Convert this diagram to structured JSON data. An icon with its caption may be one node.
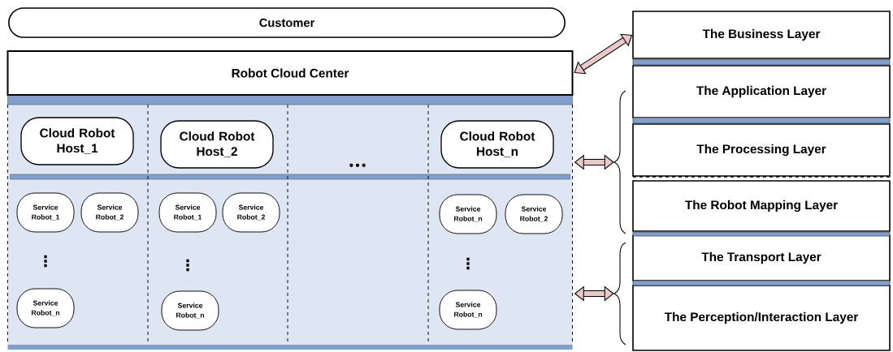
{
  "diagram": {
    "nodes": [
      {
        "text": [
          "Customer"
        ]
      },
      {
        "text": [
          "Robot Cloud Center"
        ]
      },
      {
        "text": [],
        "shape": "box"
      },
      {
        "text": [
          "Cloud Robot Host_1"
        ],
        "in": 2
      },
      {
        "text": [
          "Cloud Robot Host_2"
        ],
        "in": 2
      },
      {
        "text": [
          "Cloud Robot Host_n"
        ],
        "in": 2
      },
      {
        "text": [
          "Service Robot_1"
        ],
        "in": 2
      },
      {
        "text": [
          "Service Robot_2"
        ],
        "in": 2
      },
      {
        "text": [
          "Service Robot_1"
        ],
        "in": 2
      },
      {
        "text": [
          "Service Robot_2"
        ],
        "in": 2
      },
      {
        "text": [
          "Service Robot_n"
        ],
        "in": 2
      },
      {
        "text": [
          "Service Robot_2"
        ],
        "in": 2
      },
      {
        "text": [
          "Service Robot_n"
        ],
        "in": 2
      },
      {
        "text": [
          "Service Robot_n"
        ],
        "in": 2
      },
      {
        "text": [
          "Service Robot_n"
        ],
        "in": 2
      },
      {
        "text": [
          "The Business Layer"
        ]
      },
      {
        "text": [
          "The Application Layer"
        ]
      },
      {
        "text": [
          "The Processing Layer"
        ]
      },
      {
        "text": [
          "The Robot Mapping Layer"
        ]
      },
      {
        "text": [
          "The Transport Layer"
        ]
      },
      {
        "text": [
          "The Perception/Interaction Layer"
        ]
      },
      {
        "text": [],
        "shape": "brace"
      },
      {
        "text": [],
        "shape": "brace"
      }
    ],
    "edges": [
      {
        "from": 1,
        "to": 15,
        "arrow": "both"
      },
      {
        "from": 2,
        "to": 21,
        "arrow": "both"
      },
      {
        "from": 2,
        "to": 22,
        "arrow": "both"
      }
    ],
    "labels": [
      "•••",
      "⋮",
      "⋮",
      "⋮"
    ]
  }
}
